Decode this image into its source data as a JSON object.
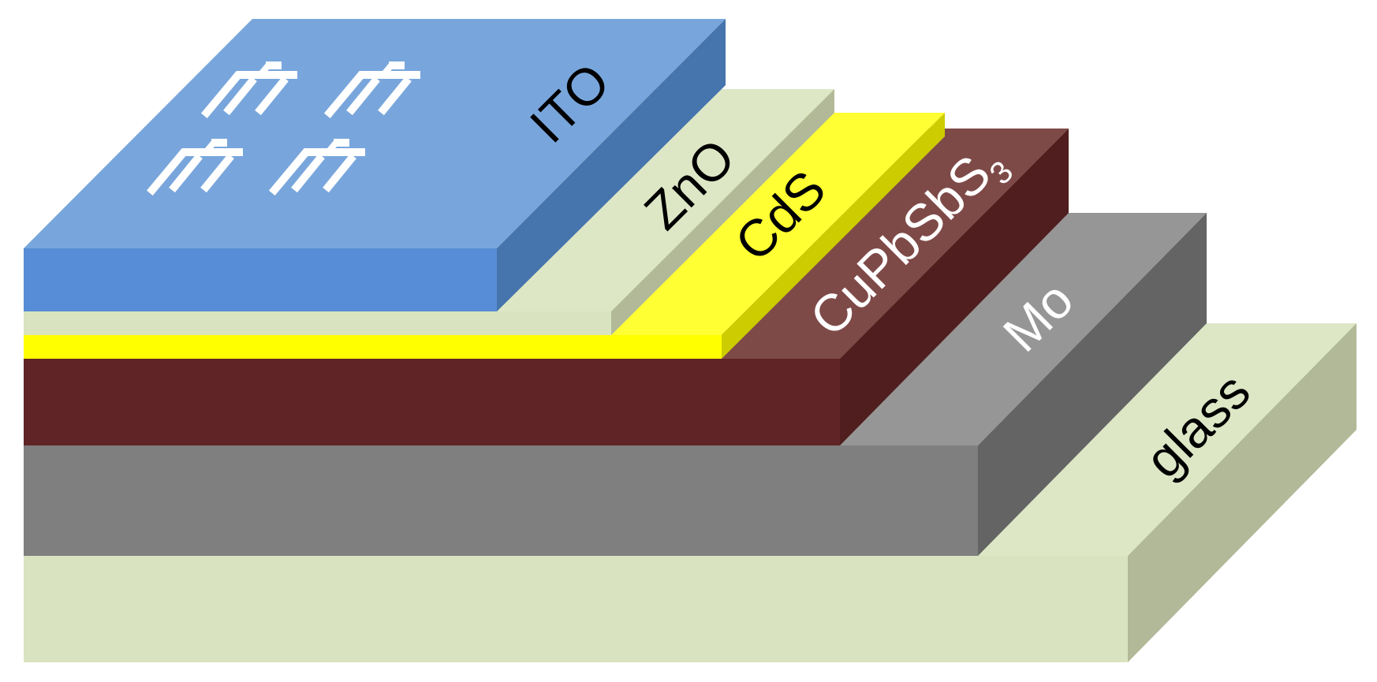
{
  "layers": [
    {
      "id": "glass",
      "label": "glass",
      "colors": {
        "top": "#dde7c6",
        "front": "#d9e3c0",
        "side": "#b2b998"
      },
      "label_color": "#000000"
    },
    {
      "id": "mo",
      "label": "Mo",
      "colors": {
        "top": "#969696",
        "front": "#7f7f7f",
        "side": "#646464"
      },
      "label_color": "#ffffff"
    },
    {
      "id": "cupbsbs3",
      "label": "CuPbSbS",
      "label_subscript": "3",
      "colors": {
        "top": "#7e4a48",
        "front": "#602426",
        "side": "#501e1e"
      },
      "label_color": "#ffffff"
    },
    {
      "id": "cds",
      "label": "CdS",
      "colors": {
        "top": "#ffff33",
        "front": "#ffff00",
        "side": "#cccc00"
      },
      "label_color": "#000000"
    },
    {
      "id": "zno",
      "label": "ZnO",
      "colors": {
        "top": "#dde7c6",
        "front": "#d9e3c0",
        "side": "#b2b998"
      },
      "label_color": "#000000"
    },
    {
      "id": "ito",
      "label": "ITO",
      "colors": {
        "top": "#78a6dc",
        "front": "#578dd6",
        "side": "#4674ac"
      },
      "label_color": "#000000"
    }
  ],
  "contacts": {
    "count": 4,
    "color": "#ffffff"
  }
}
